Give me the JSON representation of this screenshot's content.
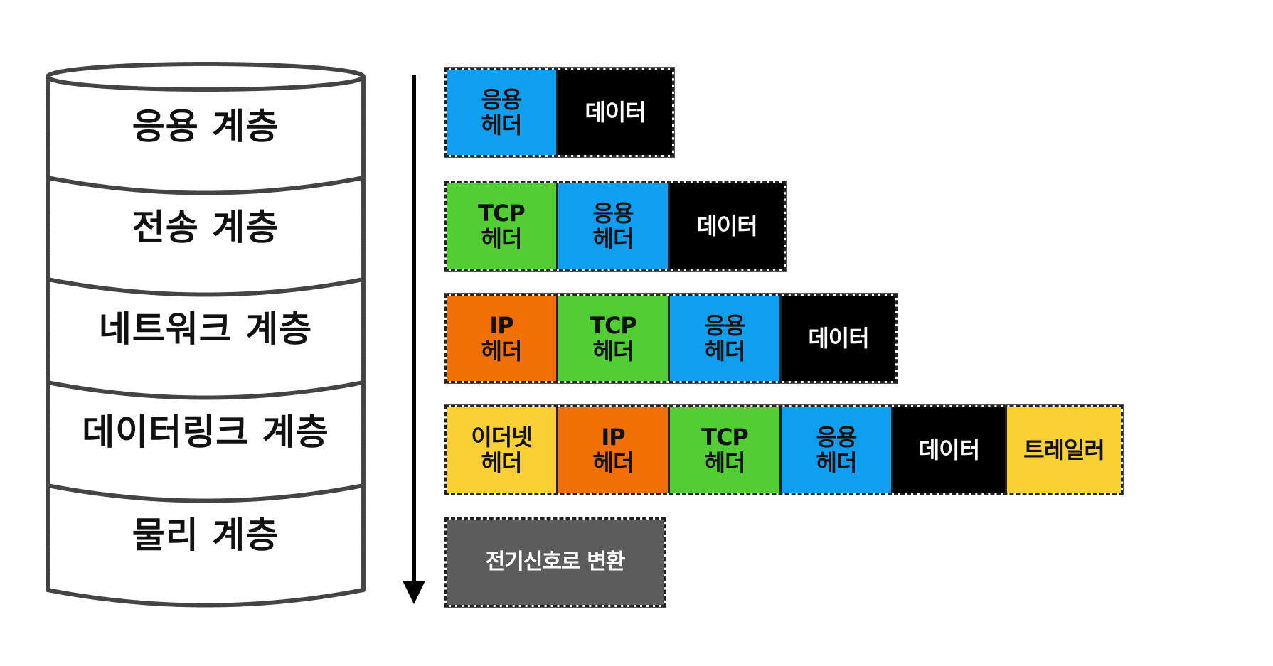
{
  "layers": [
    {
      "label": "응용 계층"
    },
    {
      "label": "전송 계층"
    },
    {
      "label": "네트워크 계층"
    },
    {
      "label": "데이터링크 계층"
    },
    {
      "label": "물리 계층"
    }
  ],
  "packets": [
    {
      "segments": [
        {
          "label": "응용\n헤더",
          "color": "#0f9ff0"
        },
        {
          "label": "데이터",
          "color": "#000000"
        }
      ]
    },
    {
      "segments": [
        {
          "label": "TCP\n헤더",
          "color": "#52cd34"
        },
        {
          "label": "응용\n헤더",
          "color": "#0f9ff0"
        },
        {
          "label": "데이터",
          "color": "#000000"
        }
      ]
    },
    {
      "segments": [
        {
          "label": "IP\n헤더",
          "color": "#f07005"
        },
        {
          "label": "TCP\n헤더",
          "color": "#52cd34"
        },
        {
          "label": "응용\n헤더",
          "color": "#0f9ff0"
        },
        {
          "label": "데이터",
          "color": "#000000"
        }
      ]
    },
    {
      "segments": [
        {
          "label": "이더넷\n헤더",
          "color": "#fbd035"
        },
        {
          "label": "IP\n헤더",
          "color": "#f07005"
        },
        {
          "label": "TCP\n헤더",
          "color": "#52cd34"
        },
        {
          "label": "응용\n헤더",
          "color": "#0f9ff0"
        },
        {
          "label": "데이터",
          "color": "#000000"
        },
        {
          "label": "트레일러",
          "color": "#fbd035"
        }
      ]
    },
    {
      "segments": [
        {
          "label": "전기신호로 변환",
          "color": "#5c5c5c"
        }
      ]
    }
  ]
}
